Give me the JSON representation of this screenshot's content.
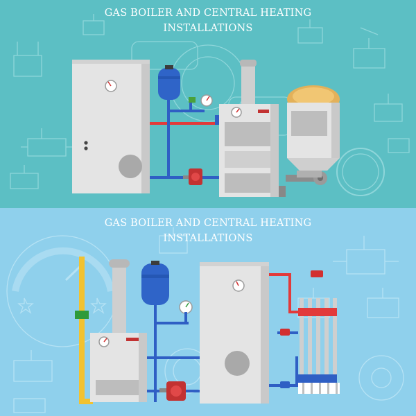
{
  "banners": [
    {
      "title_line1": "GAS BOILER AND CENTRAL HEATING",
      "title_line2": "INSTALLATIONS"
    },
    {
      "title_line1": "GAS BOILER AND CENTRAL HEATING",
      "title_line2": "INSTALLATIONS"
    }
  ],
  "colors": {
    "top_background": "#5cbfc4",
    "bottom_background": "#8fd0ec",
    "boiler_body": "#e4e4e4",
    "expansion_tank": "#2f64c8",
    "hot_pipe": "#e23a3a",
    "cold_pipe": "#2f5fc4",
    "gas_pipe": "#f2c230"
  }
}
